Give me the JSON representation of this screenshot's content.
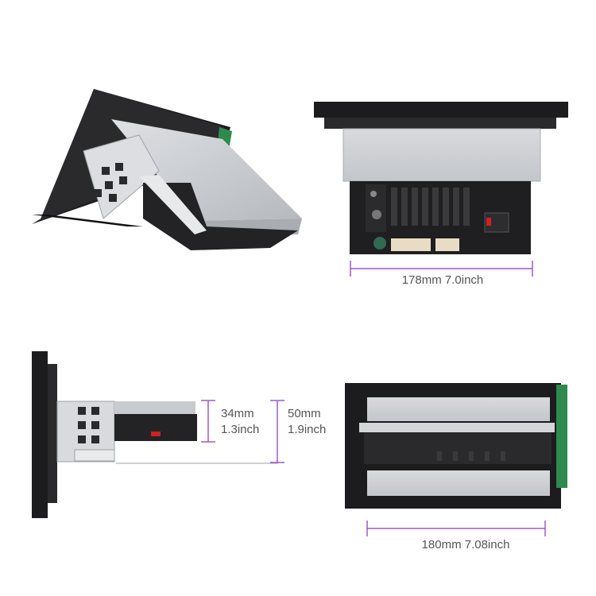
{
  "colors": {
    "dimension_line": "#9b5cc9",
    "dimension_text": "#555555",
    "housing_black": "#1c1c1e",
    "chassis_silver": "#c9ccd0",
    "pcb_green": "#2f8a4e"
  },
  "dimensions": {
    "back_width": "178mm 7.0inch",
    "depth_short_mm": "34mm",
    "depth_short_in": "1.3inch",
    "depth_tall_mm": "50mm",
    "depth_tall_in": "1.9inch",
    "front_width": "180mm 7.08inch"
  }
}
